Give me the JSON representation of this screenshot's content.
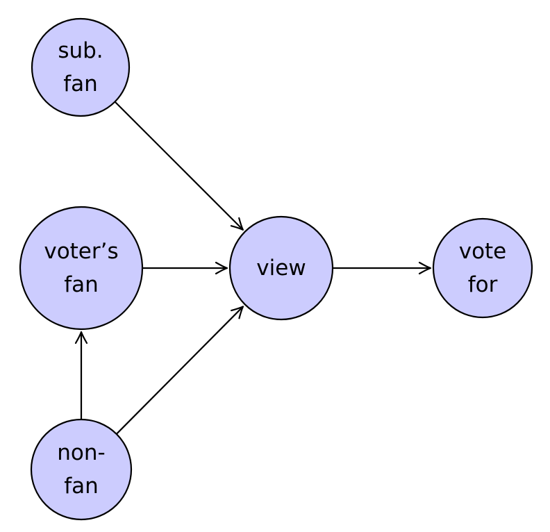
{
  "diagram": {
    "type": "directed-graph",
    "node_fill": "#ccccfe",
    "stroke_color": "#000000",
    "nodes": [
      {
        "id": "sub_fan",
        "lines": [
          "sub.",
          "fan"
        ]
      },
      {
        "id": "voters_fan",
        "lines": [
          "voter’s",
          "fan"
        ]
      },
      {
        "id": "view",
        "lines": [
          "view"
        ]
      },
      {
        "id": "vote_for",
        "lines": [
          "vote",
          "for"
        ]
      },
      {
        "id": "non_fan",
        "lines": [
          "non-",
          "fan"
        ]
      }
    ],
    "edges": [
      {
        "from": "sub_fan",
        "to": "view"
      },
      {
        "from": "voters_fan",
        "to": "view"
      },
      {
        "from": "non_fan",
        "to": "view"
      },
      {
        "from": "non_fan",
        "to": "voters_fan"
      },
      {
        "from": "view",
        "to": "vote_for"
      }
    ]
  }
}
